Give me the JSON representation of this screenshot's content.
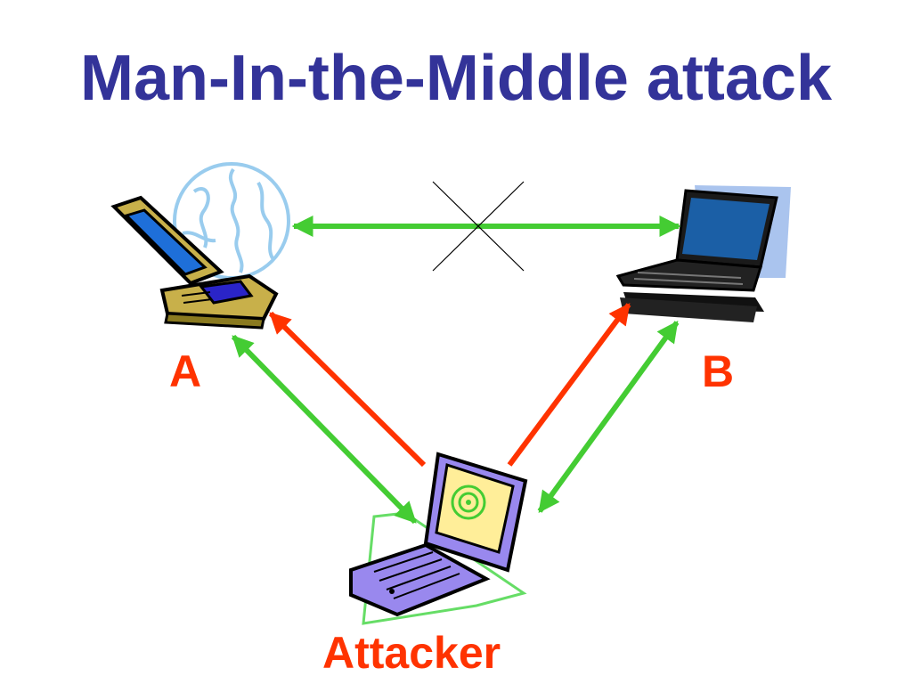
{
  "title": "Man-In-the-Middle attack",
  "nodes": {
    "a": {
      "label": "A"
    },
    "b": {
      "label": "B"
    },
    "attacker": {
      "label": "Attacker"
    }
  },
  "colors": {
    "title": "#333399",
    "label": "#ff3300",
    "legit_link": "#44cc33",
    "attack_link": "#ff3300",
    "cross": "#000000"
  },
  "links": [
    {
      "id": "a-b",
      "color": "legit_link",
      "blocked": true
    },
    {
      "id": "a-attacker",
      "color": "legit_link"
    },
    {
      "id": "attacker-a",
      "color": "attack_link"
    },
    {
      "id": "attacker-b",
      "color": "attack_link"
    },
    {
      "id": "b-attacker",
      "color": "legit_link"
    }
  ],
  "icons": [
    "globe-icon",
    "laptop-a-icon",
    "laptop-b-icon",
    "laptop-attacker-icon"
  ]
}
